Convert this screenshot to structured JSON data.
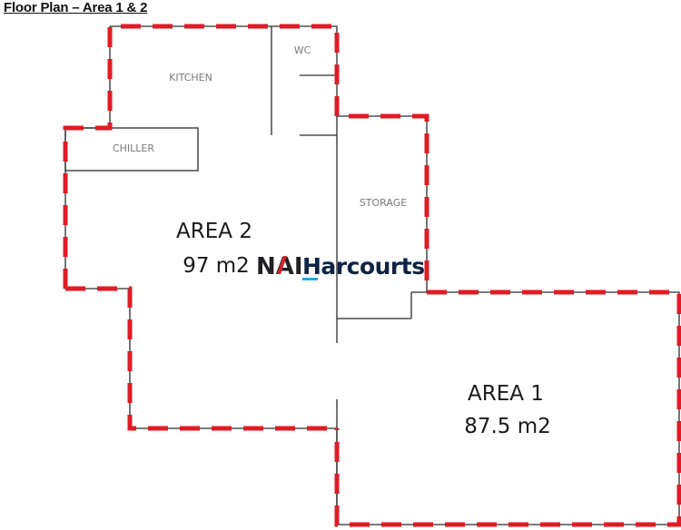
{
  "title": "Floor Plan – Area 1 & 2",
  "rooms": {
    "kitchen": "KITCHEN",
    "wc": "WC",
    "chiller": "CHILLER",
    "storage": "STORAGE"
  },
  "areas": [
    {
      "name": "AREA 2",
      "size": "97 m2"
    },
    {
      "name": "AREA 1",
      "size": "87.5 m2"
    }
  ],
  "logo": {
    "nai": "NAI",
    "harcourts": "Harcourts"
  },
  "colors": {
    "boundary_dash": "#e01b24",
    "walls": "#2b2b2b",
    "logo_navy": "#0f2444",
    "logo_red": "#d4202a",
    "logo_blue": "#2aa7e0"
  }
}
